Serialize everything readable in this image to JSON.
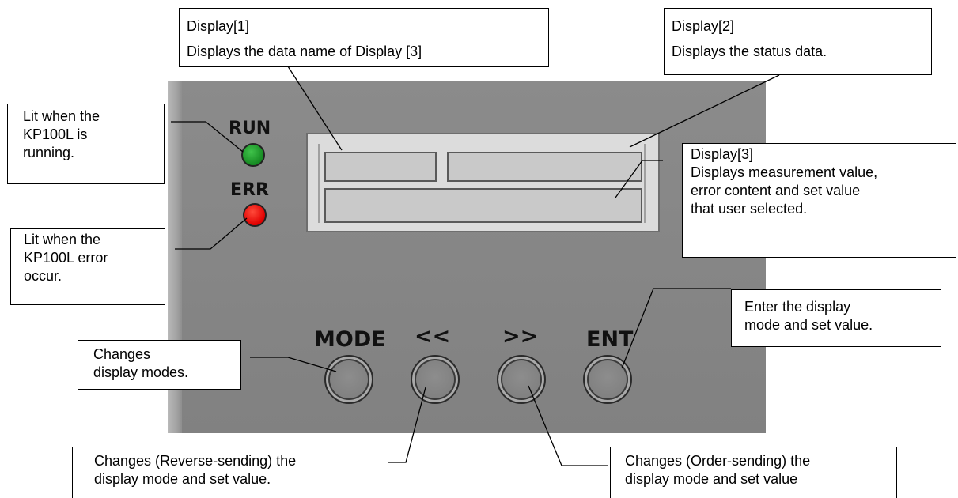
{
  "device": {
    "led_run_label": "RUN",
    "led_err_label": "ERR",
    "led_run_color": "#1f9a2a",
    "led_err_color": "#e80000",
    "buttons": [
      {
        "label": "MODE"
      },
      {
        "label": "<<"
      },
      {
        "label": ">>"
      },
      {
        "label": "ENT"
      }
    ]
  },
  "callouts": {
    "display1": {
      "title": "Display[1]",
      "text": "Displays the data name of Display [3]"
    },
    "display2": {
      "title": "Display[2]",
      "text": "Displays the status data."
    },
    "display3": {
      "title": "Display[3]",
      "lines": [
        "Displays measurement value,",
        "error content and set value",
        "that user selected."
      ]
    },
    "run": {
      "lines": [
        "Lit when the",
        "KP100L is",
        "running."
      ]
    },
    "err": {
      "lines": [
        "Lit when the",
        "KP100L error",
        "occur."
      ]
    },
    "mode": {
      "lines": [
        "Changes",
        "display modes."
      ]
    },
    "ent": {
      "lines": [
        "Enter the display",
        "mode and set value."
      ]
    },
    "reverse": {
      "lines": [
        "Changes (Reverse-sending) the",
        "display mode and set value."
      ]
    },
    "order": {
      "lines": [
        "Changes (Order-sending) the",
        "display mode and set value"
      ]
    }
  }
}
